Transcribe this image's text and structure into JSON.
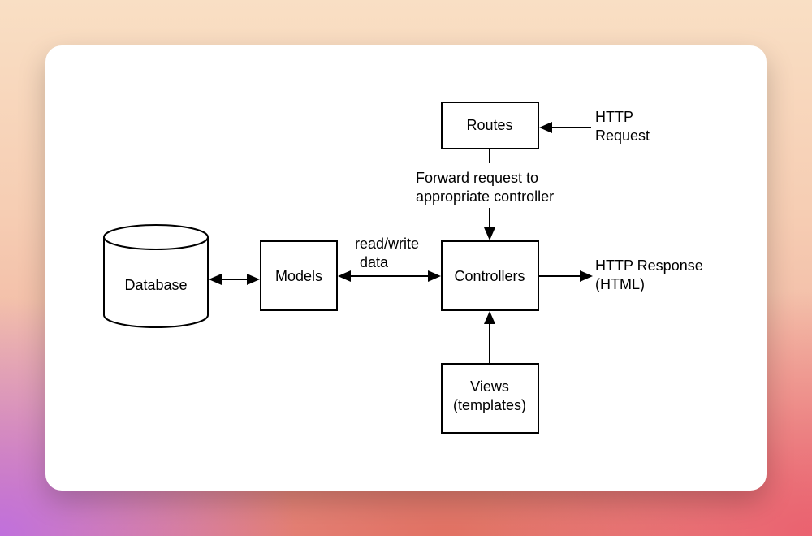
{
  "diagram": {
    "nodes": {
      "database": {
        "label": "Database"
      },
      "models": {
        "label": "Models"
      },
      "controllers": {
        "label": "Controllers"
      },
      "routes": {
        "label": "Routes"
      },
      "views": {
        "label_line1": "Views",
        "label_line2": "(templates)"
      }
    },
    "edges": {
      "http_request": {
        "label_line1": "HTTP",
        "label_line2": "Request"
      },
      "forward": {
        "label_line1": "Forward request to",
        "label_line2": "appropriate controller"
      },
      "read_write": {
        "label_line1": "read/write",
        "label_line2": "data"
      },
      "http_response": {
        "label_line1": "HTTP Response",
        "label_line2": "(HTML)"
      }
    },
    "colors": {
      "stroke": "#000000",
      "fill": "#ffffff",
      "card_background": "#ffffff"
    }
  }
}
